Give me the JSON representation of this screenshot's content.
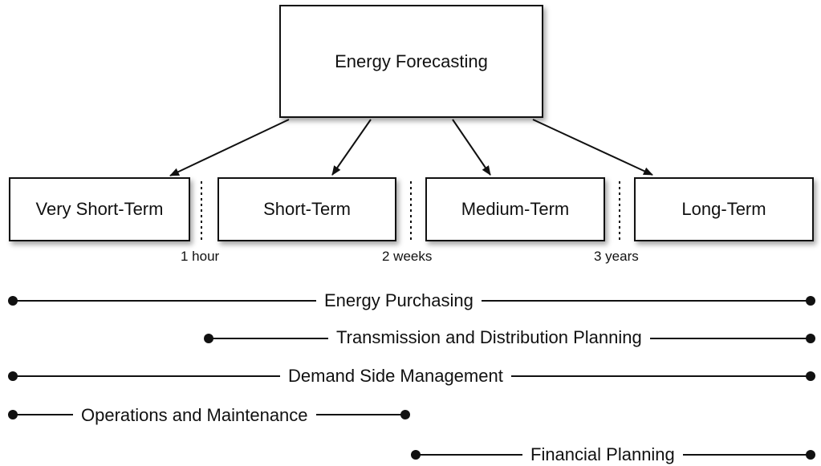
{
  "root": {
    "label": "Energy Forecasting"
  },
  "terms": [
    {
      "label": "Very Short-Term"
    },
    {
      "label": "Short-Term"
    },
    {
      "label": "Medium-Term"
    },
    {
      "label": "Long-Term"
    }
  ],
  "boundaries": [
    "1 hour",
    "2 weeks",
    "3 years"
  ],
  "applications": [
    {
      "label": "Energy Purchasing"
    },
    {
      "label": "Transmission and Distribution Planning"
    },
    {
      "label": "Demand Side Management"
    },
    {
      "label": "Operations and Maintenance"
    },
    {
      "label": "Financial Planning"
    }
  ]
}
